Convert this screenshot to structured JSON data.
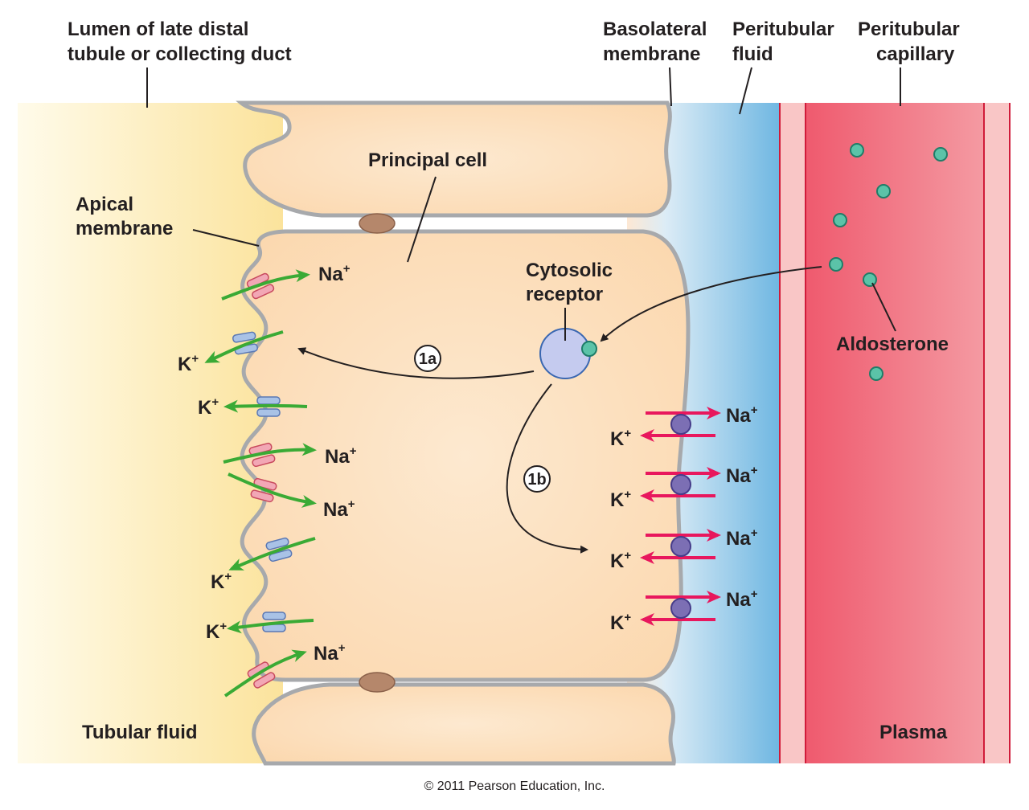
{
  "labels": {
    "lumen_line1": "Lumen of late distal",
    "lumen_line2": "tubule or collecting duct",
    "basolateral_line1": "Basolateral",
    "basolateral_line2": "membrane",
    "peritubular_fluid_line1": "Peritubular",
    "peritubular_fluid_line2": "fluid",
    "peritubular_capillary_line1": "Peritubular",
    "peritubular_capillary_line2": "capillary",
    "principal_cell": "Principal cell",
    "apical_line1": "Apical",
    "apical_line2": "membrane",
    "cytosolic_line1": "Cytosolic",
    "cytosolic_line2": "receptor",
    "aldosterone": "Aldosterone",
    "tubular_fluid": "Tubular fluid",
    "plasma": "Plasma",
    "copyright": "© 2011 Pearson Education, Inc."
  },
  "steps": {
    "step_1a": "1a",
    "step_1b": "1b"
  },
  "ions": {
    "na": "Na",
    "k": "K",
    "plus": "+"
  },
  "colors": {
    "tubular_fluid": "#fbe39c",
    "cell": "#fce2c2",
    "peritubular_fluid": "#6fb7e2",
    "capillary": "#ef5a6e",
    "capillary_wall": "#f9c6c6",
    "membrane": "#a7a9ac",
    "junction": "#b5876b",
    "na_channel": "#f2a7b5",
    "k_channel": "#a9c2e6",
    "green_arrow": "#3aaa35",
    "pump_arrow": "#e8175d",
    "pump": "#7c6fb4",
    "aldosterone": "#5bc3a8",
    "receptor": "#c5cbef"
  }
}
